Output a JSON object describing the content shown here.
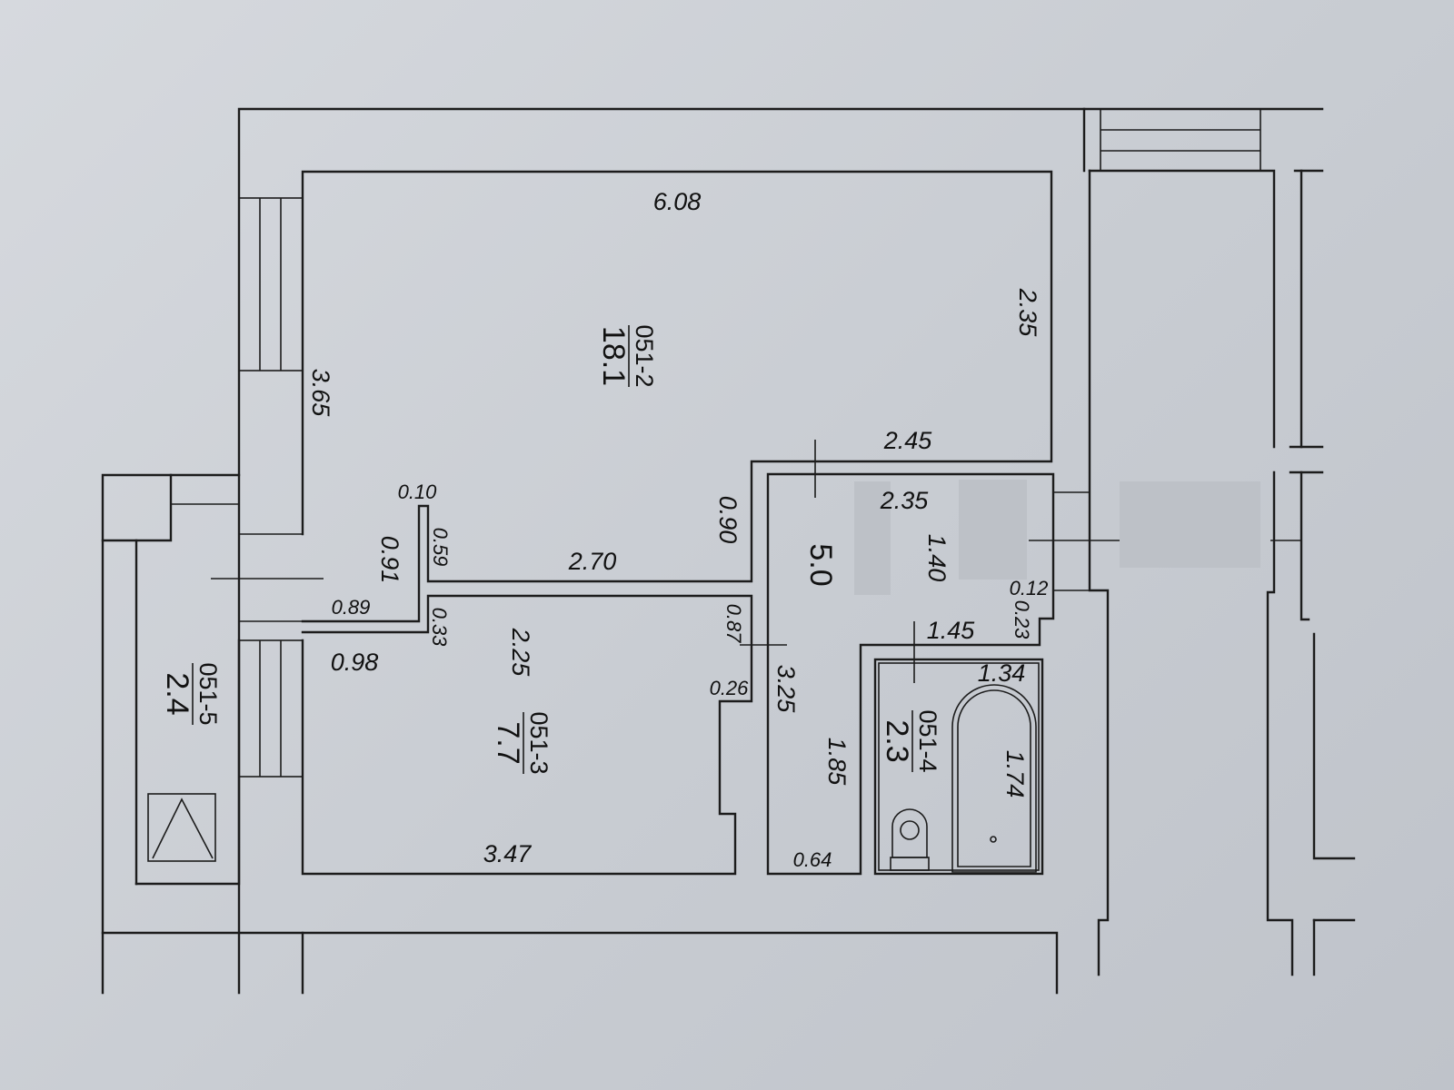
{
  "rooms": {
    "r2": {
      "id": "051-2",
      "area": "18.1"
    },
    "r3": {
      "id": "051-3",
      "area": "7.7"
    },
    "r4": {
      "id": "051-4",
      "area": "2.3"
    },
    "r5": {
      "id": "051-5",
      "area": "2.4"
    },
    "hall": {
      "area": "5.0"
    }
  },
  "dimensions": {
    "d608": "6.08",
    "d235a": "2.35",
    "d365": "3.65",
    "d245": "2.45",
    "d235b": "2.35",
    "d010": "0.10",
    "d059": "0.59",
    "d091": "0.91",
    "d090": "0.90",
    "d270": "2.70",
    "d140": "1.40",
    "d012": "0.12",
    "d089": "0.89",
    "d023": "0.23",
    "d098": "0.98",
    "d033": "0.33",
    "d225": "2.25",
    "d087": "0.87",
    "d145": "1.45",
    "d134": "1.34",
    "d026": "0.26",
    "d325": "3.25",
    "d185": "1.85",
    "d174": "1.74",
    "d347": "3.47",
    "d064": "0.64"
  }
}
